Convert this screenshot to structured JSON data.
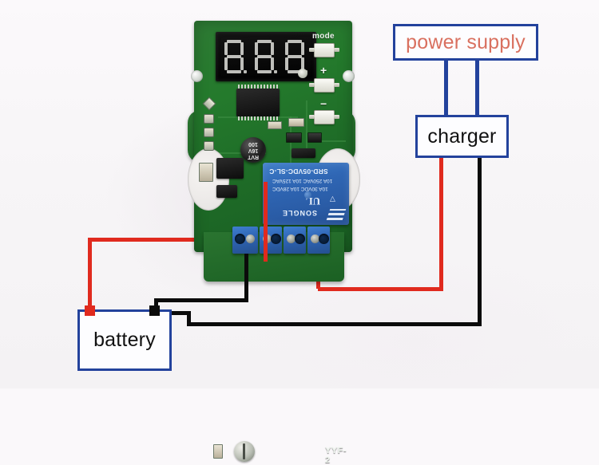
{
  "diagram": {
    "title_text_present": false,
    "background_color": "#faf8fa"
  },
  "boxes": {
    "power_supply": {
      "label": "power supply",
      "text_color": "#d9705f",
      "border_color": "#23429c"
    },
    "charger": {
      "label": "charger",
      "text_color": "#111111",
      "border_color": "#23429c"
    },
    "battery": {
      "label": "battery",
      "text_color": "#111111",
      "border_color": "#23429c"
    }
  },
  "wires": {
    "red_color": "#e02a1e",
    "black_color": "#0b0b0b",
    "blue_color": "#23429c"
  },
  "pcb": {
    "board_silkscreen": "YYF-2",
    "buttons": [
      {
        "label": "mode"
      },
      {
        "label": "+"
      },
      {
        "label": "−"
      }
    ],
    "display": {
      "digits": "8.8.8.",
      "digit_count": 3,
      "color": "#cfcfcb"
    },
    "capacitor": {
      "line1": "100",
      "line2": "16V",
      "line3": "RVT"
    },
    "relay": {
      "part_number": "SRD-05VDC-SL-C",
      "rating_line1": "10A 250VAC  10A 125VAC",
      "rating_line2": "10A  30VDC  10A  28VDC",
      "brand": "SONGLE",
      "cert_mark": "UL",
      "body_color": "#2f66b4"
    },
    "terminal_block_color": "#2e63b2"
  }
}
